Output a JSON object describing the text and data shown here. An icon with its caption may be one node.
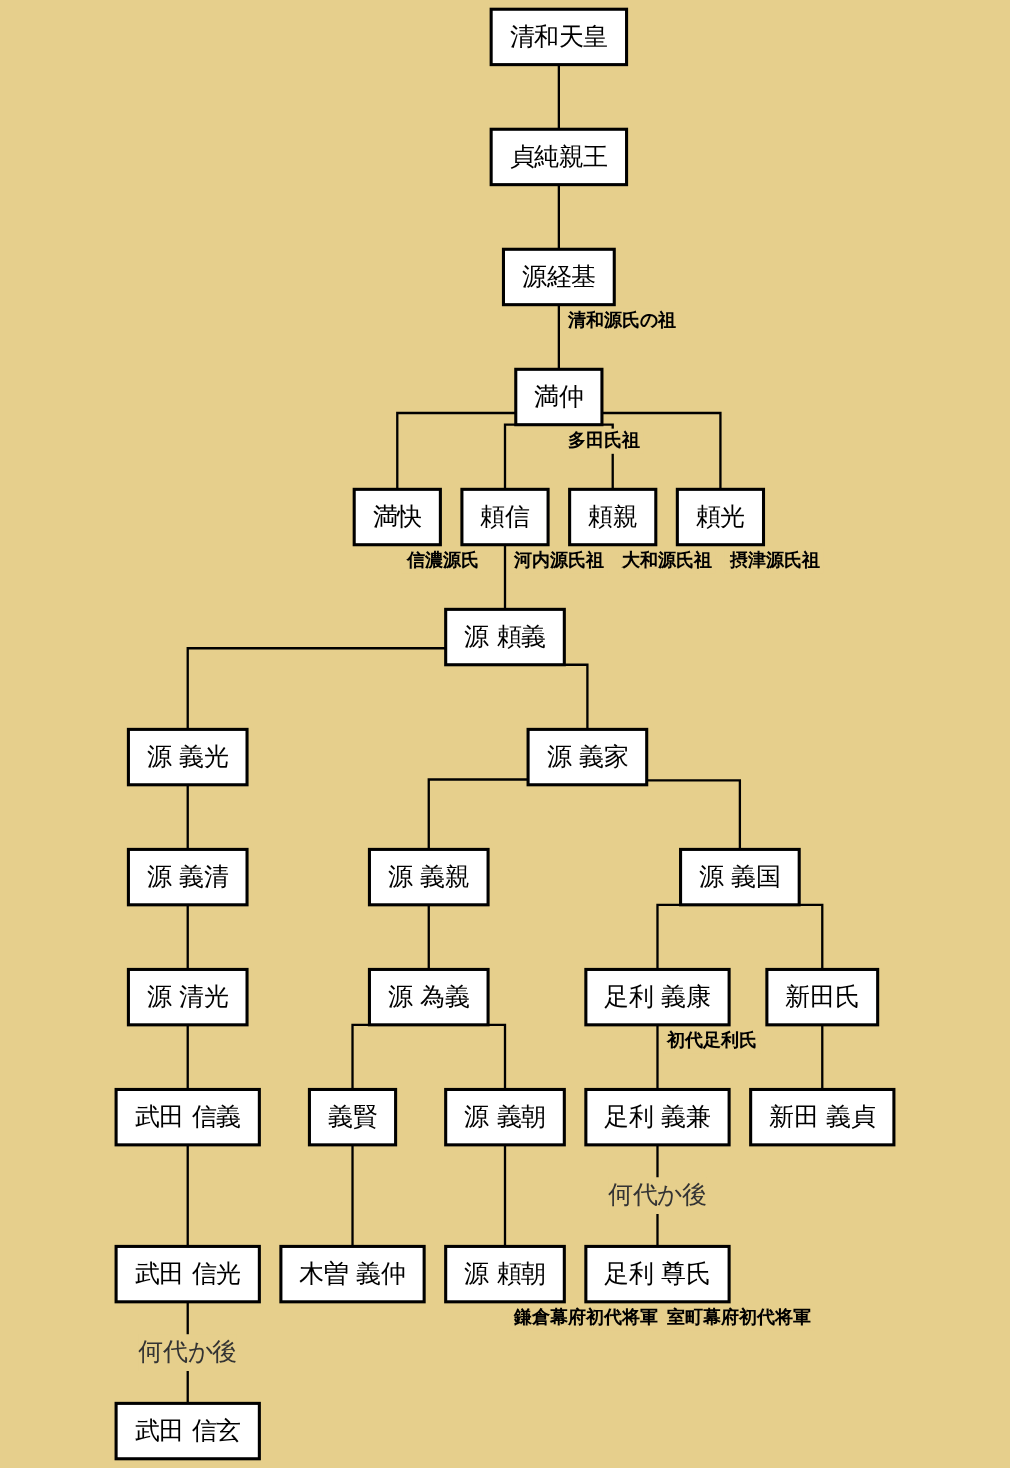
{
  "diagram": {
    "nodes": [
      {
        "text": [
          "清和天皇"
        ]
      },
      {
        "text": [
          "貞純親王"
        ]
      },
      {
        "text": [
          "源経基"
        ],
        "beside": [
          "清和源氏の祖"
        ]
      },
      {
        "text": [
          "満仲"
        ],
        "beside": [
          "多田氏祖"
        ]
      },
      {
        "text": [
          "満快"
        ],
        "beside": [
          "信濃源氏"
        ]
      },
      {
        "text": [
          "頼信"
        ],
        "beside": [
          "河内源氏祖"
        ]
      },
      {
        "text": [
          "頼親"
        ],
        "beside": [
          "大和源氏祖"
        ]
      },
      {
        "text": [
          "頼光"
        ],
        "beside": [
          "摂津源氏祖"
        ]
      },
      {
        "text": [
          "源 頼義"
        ]
      },
      {
        "text": [
          "源 義光"
        ]
      },
      {
        "text": [
          "源 義家"
        ]
      },
      {
        "text": [
          "源 義清"
        ]
      },
      {
        "text": [
          "源 義親"
        ]
      },
      {
        "text": [
          "源 義国"
        ]
      },
      {
        "text": [
          "源 清光"
        ]
      },
      {
        "text": [
          "源 為義"
        ]
      },
      {
        "text": [
          "足利 義康"
        ],
        "beside": [
          "初代足利氏"
        ]
      },
      {
        "text": [
          "新田氏"
        ]
      },
      {
        "text": [
          "武田 信義"
        ]
      },
      {
        "text": [
          "義賢"
        ]
      },
      {
        "text": [
          "源 義朝"
        ]
      },
      {
        "text": [
          "足利 義兼"
        ]
      },
      {
        "text": [
          "武田 信光"
        ]
      },
      {
        "text": [
          "木曽 義仲"
        ]
      },
      {
        "text": [
          "源 頼朝"
        ],
        "beside": [
          "鎌倉幕府初代将軍"
        ]
      },
      {
        "text": [
          "武田 信玄"
        ]
      },
      {
        "text": [
          "足利 尊氏"
        ],
        "beside": [
          "室町幕府初代将軍"
        ]
      },
      {
        "text": [
          "新田 義貞"
        ]
      }
    ],
    "edges": [
      {
        "from": 0,
        "to": 1,
        "arrow": "none"
      },
      {
        "from": 1,
        "to": 2,
        "arrow": "none"
      },
      {
        "from": 2,
        "to": 3,
        "arrow": "none"
      },
      {
        "from": 3,
        "to": 4,
        "arrow": "none"
      },
      {
        "from": 3,
        "to": 5,
        "arrow": "none"
      },
      {
        "from": 3,
        "to": 6,
        "arrow": "none"
      },
      {
        "from": 3,
        "to": 7,
        "arrow": "none"
      },
      {
        "from": 5,
        "to": 8,
        "arrow": "none"
      },
      {
        "from": 8,
        "to": 9,
        "arrow": "none"
      },
      {
        "from": 8,
        "to": 10,
        "arrow": "none"
      },
      {
        "from": 9,
        "to": 11,
        "arrow": "none"
      },
      {
        "from": 10,
        "to": 12,
        "arrow": "none"
      },
      {
        "from": 10,
        "to": 13,
        "arrow": "none"
      },
      {
        "from": 11,
        "to": 14,
        "arrow": "none"
      },
      {
        "from": 12,
        "to": 15,
        "arrow": "none"
      },
      {
        "from": 13,
        "to": 16,
        "arrow": "none"
      },
      {
        "from": 13,
        "to": 17,
        "arrow": "none"
      },
      {
        "from": 14,
        "to": 18,
        "arrow": "none"
      },
      {
        "from": 15,
        "to": 19,
        "arrow": "none"
      },
      {
        "from": 15,
        "to": 20,
        "arrow": "none"
      },
      {
        "from": 16,
        "to": 21,
        "arrow": "none"
      },
      {
        "from": 18,
        "to": 22,
        "arrow": "none"
      },
      {
        "from": 19,
        "to": 23,
        "arrow": "none"
      },
      {
        "from": 20,
        "to": 24,
        "arrow": "none"
      },
      {
        "from": 22,
        "to": 25,
        "label": "何代か後",
        "arrow": "none"
      },
      {
        "from": 21,
        "to": 26,
        "label": "何代か後",
        "arrow": "none"
      },
      {
        "from": 17,
        "to": 27,
        "arrow": "none"
      }
    ]
  }
}
